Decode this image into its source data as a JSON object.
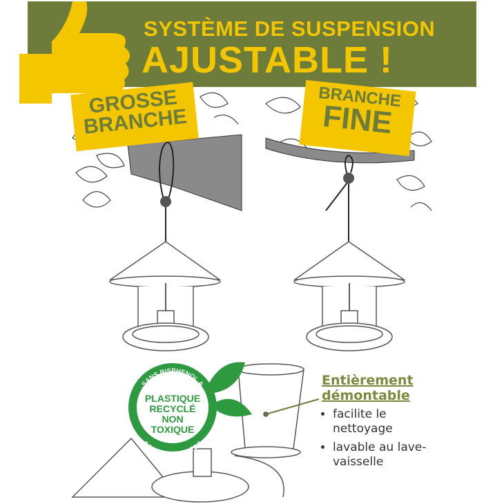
{
  "banner": {
    "line1": "SYSTÈME DE SUSPENSION",
    "line2": "AJUSTABLE !"
  },
  "labels": {
    "thick_branch_1": "GROSSE",
    "thick_branch_2": "BRANCHE",
    "thin_branch_1": "BRANCHE",
    "thin_branch_2": "FINE"
  },
  "badge": {
    "top_arc": "SANS BISPHENOL A",
    "line1": "PLASTIQUE",
    "line2": "RECYCLÉ",
    "line3": "NON",
    "line4": "TOXIQUE",
    "bottom_arc": "SANS PHTALATES"
  },
  "info": {
    "heading1": "Entièrement",
    "heading2": "démontable",
    "bullets": [
      "facilite le nettoyage",
      "lavable au lave-vaisselle"
    ]
  },
  "colors": {
    "olive": "#6d7c3b",
    "yellow": "#f3c600",
    "green": "#2e9a3f"
  }
}
